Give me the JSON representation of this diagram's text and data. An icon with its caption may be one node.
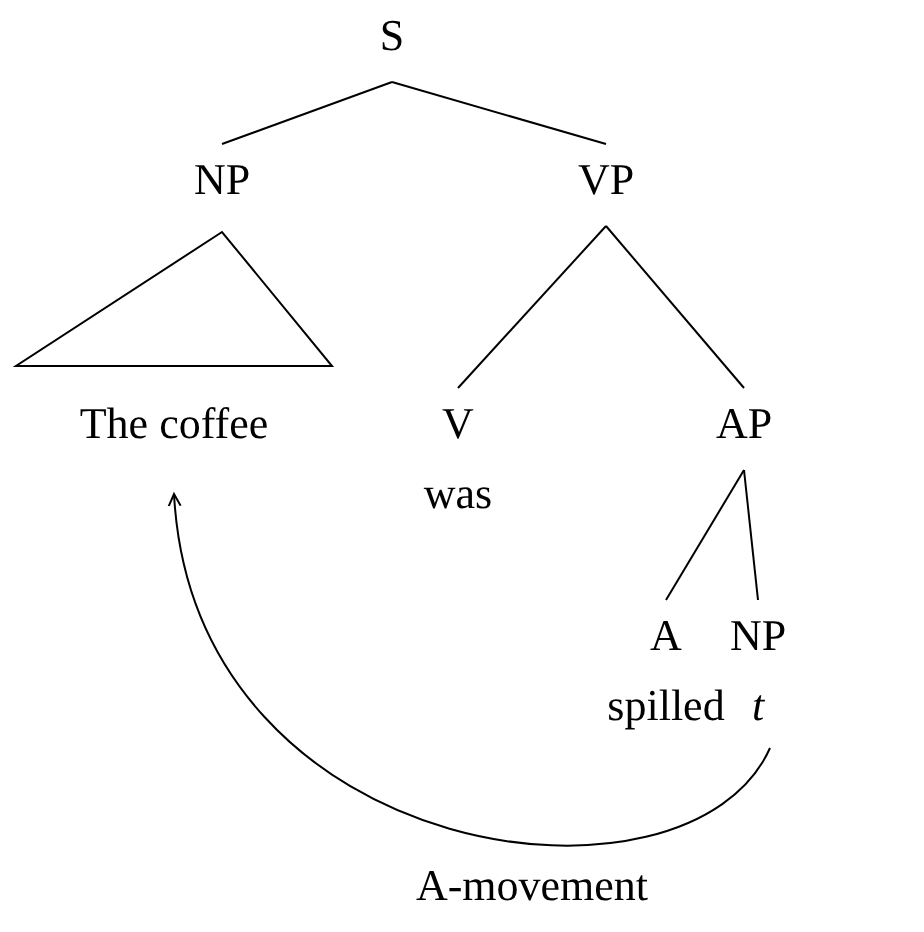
{
  "diagram": {
    "nodes": [
      {
        "text": [
          "S"
        ]
      },
      {
        "text": [
          "NP"
        ]
      },
      {
        "text": [
          "VP"
        ]
      },
      {
        "text": [
          "The coffee"
        ]
      },
      {
        "text": [
          "V",
          "was"
        ]
      },
      {
        "text": [
          "AP"
        ]
      },
      {
        "text": [
          "A",
          "spilled"
        ]
      },
      {
        "text": [
          "NP",
          "t"
        ]
      }
    ],
    "edges": [
      {
        "from": 0,
        "to": 1,
        "arrow": "none"
      },
      {
        "from": 0,
        "to": 2,
        "arrow": "none"
      },
      {
        "from": 1,
        "to": 3,
        "arrow": "none"
      },
      {
        "from": 2,
        "to": 4,
        "arrow": "none"
      },
      {
        "from": 2,
        "to": 5,
        "arrow": "none"
      },
      {
        "from": 5,
        "to": 6,
        "arrow": "none"
      },
      {
        "from": 5,
        "to": 7,
        "arrow": "none"
      },
      {
        "from": 7,
        "to": 3,
        "arrow": "to",
        "label": "A-movement"
      }
    ]
  }
}
